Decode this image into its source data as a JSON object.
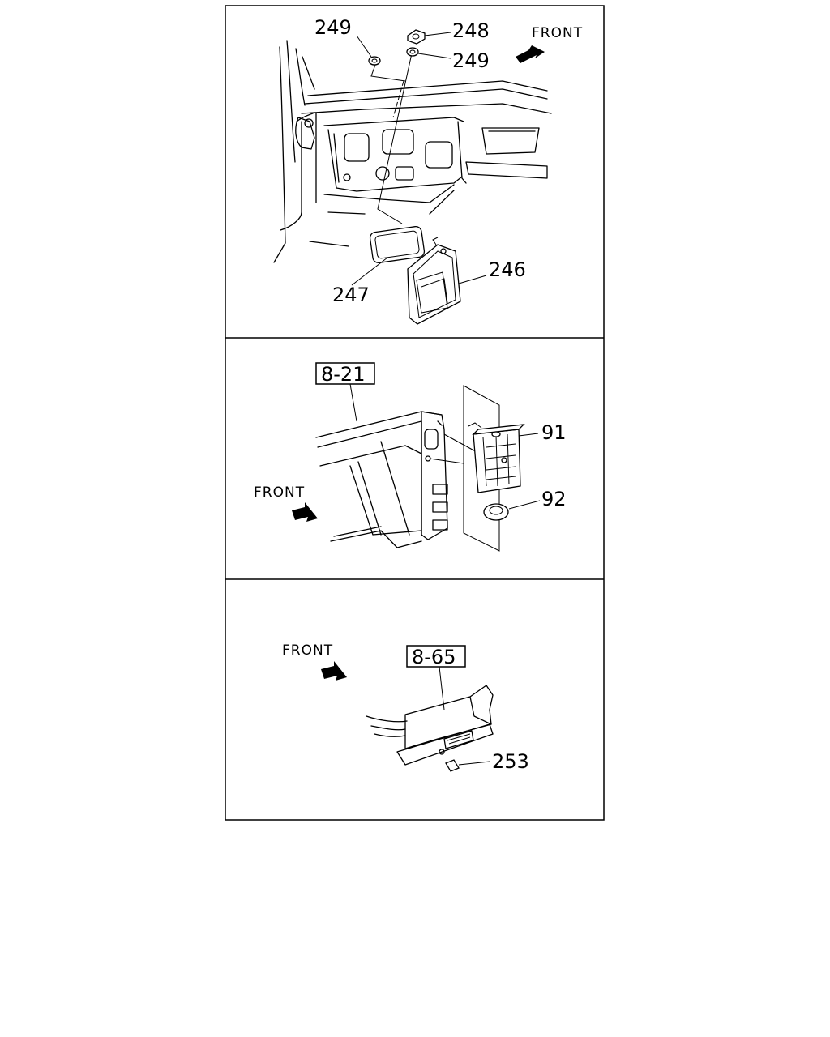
{
  "panels": [
    {
      "id": "top",
      "front_label": "FRONT",
      "callouts": [
        "249",
        "248",
        "249",
        "247",
        "246"
      ]
    },
    {
      "id": "middle",
      "front_label": "FRONT",
      "ref_box": "8-21",
      "callouts": [
        "91",
        "92"
      ]
    },
    {
      "id": "bottom",
      "front_label": "FRONT",
      "ref_box": "8-65",
      "callouts": [
        "253"
      ]
    }
  ]
}
